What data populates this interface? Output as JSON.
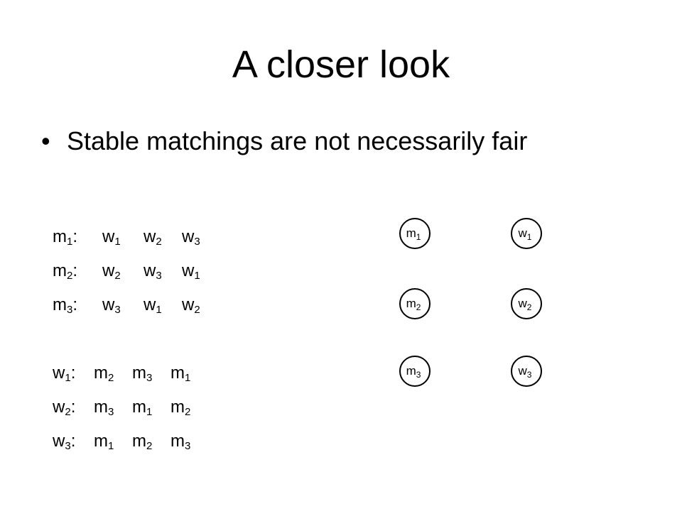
{
  "slide": {
    "title": "A closer look",
    "bullet_glyph": "•",
    "bullet": "Stable matchings are not necessarily fair"
  },
  "preferences": {
    "men": [
      {
        "name": "m",
        "sub": "1",
        "colon": ":",
        "prefs": [
          {
            "n": "w",
            "s": "1"
          },
          {
            "n": "w",
            "s": "2"
          },
          {
            "n": "w",
            "s": "3"
          }
        ]
      },
      {
        "name": "m",
        "sub": "2",
        "colon": ":",
        "prefs": [
          {
            "n": "w",
            "s": "2"
          },
          {
            "n": "w",
            "s": "3"
          },
          {
            "n": "w",
            "s": "1"
          }
        ]
      },
      {
        "name": "m",
        "sub": "3",
        "colon": ":",
        "prefs": [
          {
            "n": "w",
            "s": "3"
          },
          {
            "n": "w",
            "s": "1"
          },
          {
            "n": "w",
            "s": "2"
          }
        ]
      }
    ],
    "women": [
      {
        "name": "w",
        "sub": "1",
        "colon": ":",
        "prefs": [
          {
            "n": "m",
            "s": "2"
          },
          {
            "n": "m",
            "s": "3"
          },
          {
            "n": "m",
            "s": "1"
          }
        ]
      },
      {
        "name": "w",
        "sub": "2",
        "colon": ":",
        "prefs": [
          {
            "n": "m",
            "s": "3"
          },
          {
            "n": "m",
            "s": "1"
          },
          {
            "n": "m",
            "s": "2"
          }
        ]
      },
      {
        "name": "w",
        "sub": "3",
        "colon": ":",
        "prefs": [
          {
            "n": "m",
            "s": "1"
          },
          {
            "n": "m",
            "s": "2"
          },
          {
            "n": "m",
            "s": "3"
          }
        ]
      }
    ]
  },
  "graph": {
    "left_nodes": [
      {
        "n": "m",
        "s": "1"
      },
      {
        "n": "m",
        "s": "2"
      },
      {
        "n": "m",
        "s": "3"
      }
    ],
    "right_nodes": [
      {
        "n": "w",
        "s": "1"
      },
      {
        "n": "w",
        "s": "2"
      },
      {
        "n": "w",
        "s": "3"
      }
    ]
  }
}
